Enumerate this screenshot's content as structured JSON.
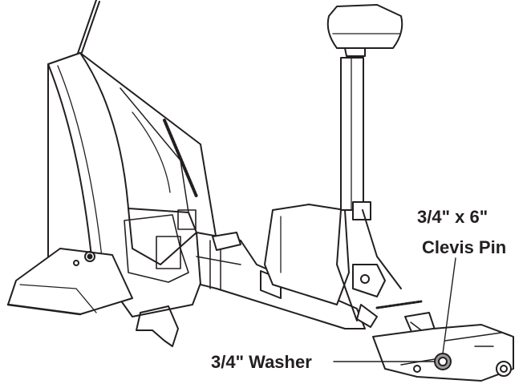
{
  "callouts": {
    "clevis_pin_line1": "3/4\" x 6\"",
    "clevis_pin_line2": "Clevis Pin",
    "washer": "3/4\" Washer"
  },
  "colors": {
    "ink": "#231f20",
    "paper": "#ffffff",
    "shade": "#9a9a9a"
  }
}
